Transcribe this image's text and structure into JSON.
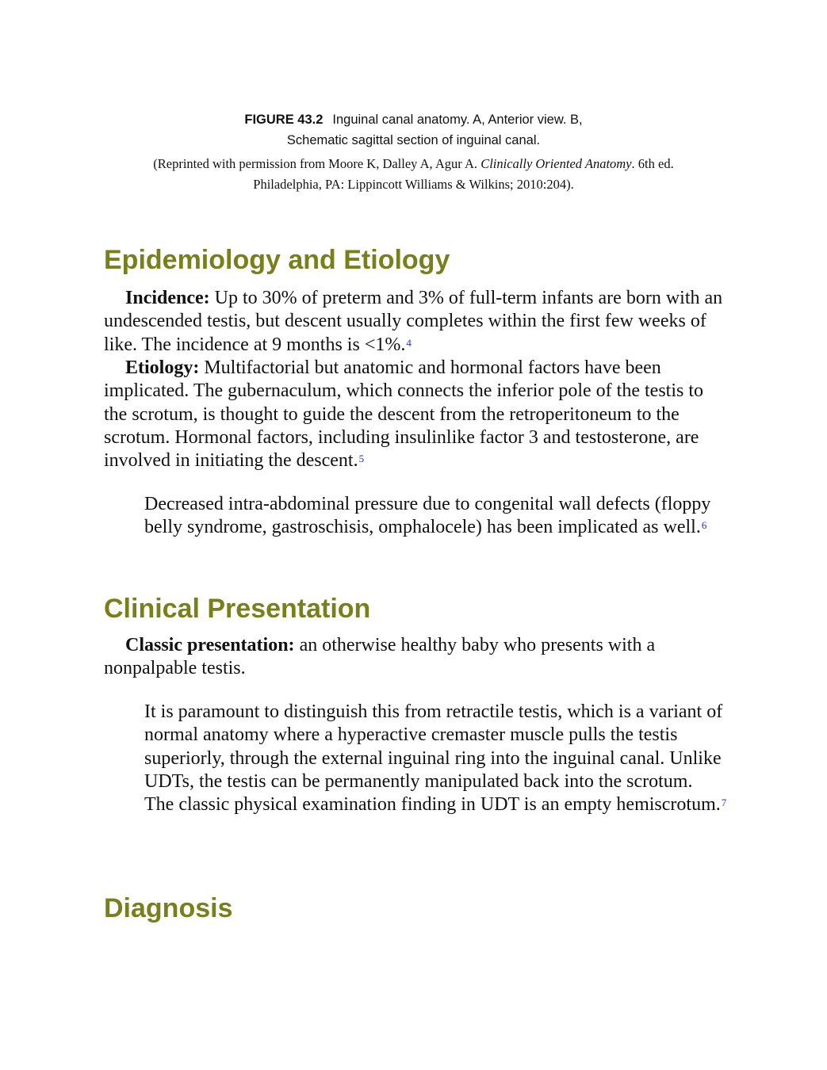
{
  "figure_caption": {
    "label": "FIGURE 43.2",
    "text_line1": "Inguinal canal anatomy. A, Anterior view. B,",
    "text_line2": "Schematic sagittal section of inguinal canal.",
    "credit_part1": "(Reprinted with permission from Moore K, Dalley A, Agur A. ",
    "credit_italic": "Clinically Oriented Anatomy",
    "credit_part2": ". 6th ed. Philadelphia, PA: Lippincott Williams & Wilkins; 2010:204)."
  },
  "sections": {
    "epidemiology": {
      "heading": "Epidemiology and Etiology",
      "incidence_lead": "Incidence:",
      "incidence_text": " Up to 30% of preterm and 3% of full-term infants are born with an undescended testis, but descent usually completes within the first few weeks of like. The incidence at 9 months is <1%.",
      "incidence_ref": "4",
      "etiology_lead": "Etiology:",
      "etiology_text": " Multifactorial but anatomic and hormonal factors have been implicated. The gubernaculum, which connects the inferior pole of the testis to the scrotum, is thought to guide the descent from the retroperitoneum to the scrotum. Hormonal factors, including insulinlike factor 3 and testosterone, are involved in initiating the descent.",
      "etiology_ref": "5",
      "note_text": "Decreased intra-abdominal pressure due to congenital wall defects (floppy belly syndrome, gastroschisis, omphalocele) has been implicated as well.",
      "note_ref": "6"
    },
    "clinical": {
      "heading": "Clinical Presentation",
      "classic_lead": "Classic presentation:",
      "classic_text": " an otherwise healthy baby who presents with a nonpalpable testis.",
      "note1_text": "It is paramount to distinguish this from retractile testis, which is a variant of normal anatomy where a hyperactive cremaster muscle pulls the testis superiorly, through the external inguinal ring into the inguinal canal. Unlike UDTs, the testis can be permanently manipulated back into the scrotum.",
      "note2_text": "The classic physical examination finding in UDT is an empty hemiscrotum.",
      "note2_ref": "7"
    },
    "diagnosis": {
      "heading": "Diagnosis"
    }
  },
  "colors": {
    "heading": "#77801a",
    "reference_link": "#2233cc",
    "body_text": "#111111"
  }
}
